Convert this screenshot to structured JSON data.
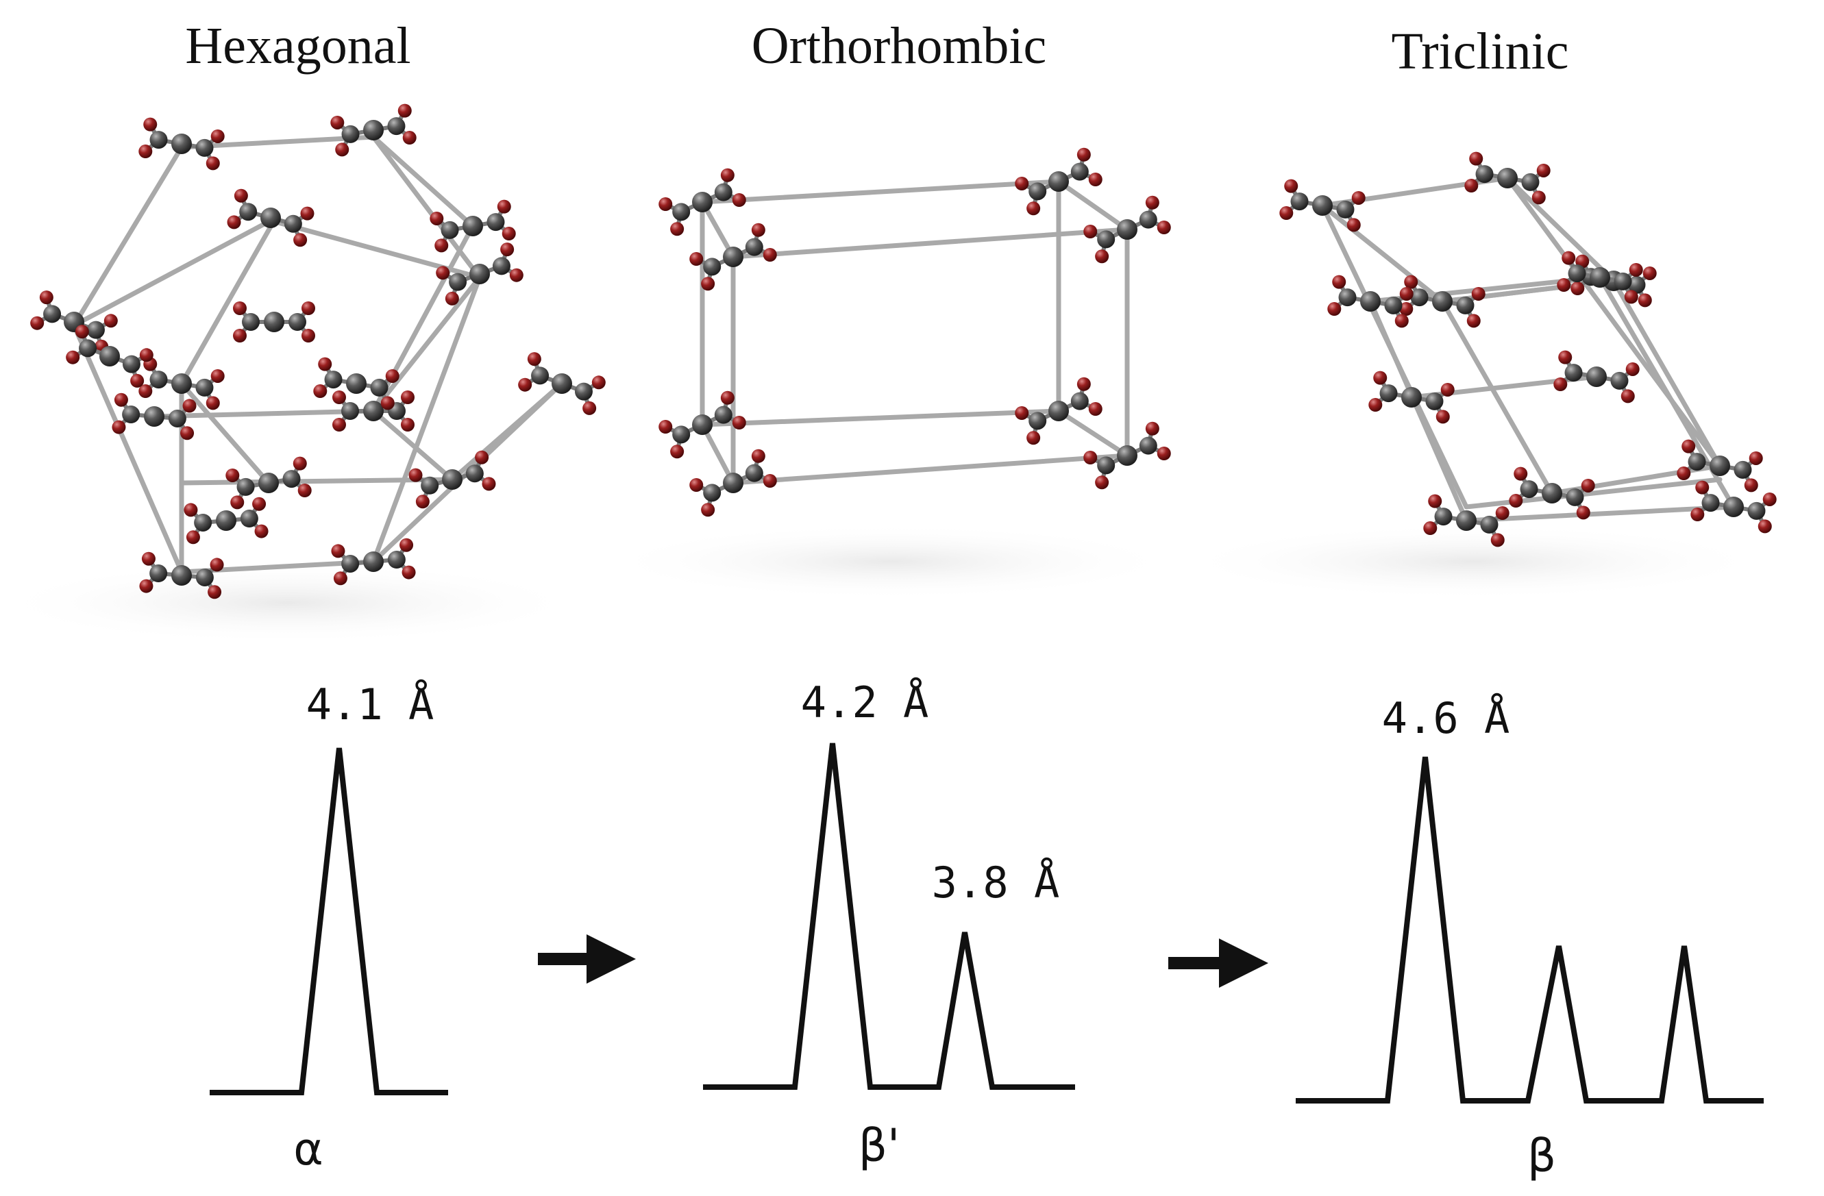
{
  "structures": [
    {
      "id": "hexagonal",
      "title": "Hexagonal"
    },
    {
      "id": "orthorhombic",
      "title": "Orthorhombic"
    },
    {
      "id": "triclinic",
      "title": "Triclinic"
    }
  ],
  "patterns": [
    {
      "phase": "α",
      "peaks": [
        {
          "label": "4.1 Å",
          "height": 1.0
        }
      ]
    },
    {
      "phase": "β'",
      "peaks": [
        {
          "label": "4.2 Å",
          "height": 1.0
        },
        {
          "label": "3.8 Å",
          "height": 0.45
        }
      ]
    },
    {
      "phase": "β",
      "peaks": [
        {
          "label": "4.6 Å",
          "height": 1.0
        },
        {
          "label": "",
          "height": 0.45
        },
        {
          "label": "",
          "height": 0.45
        }
      ]
    }
  ],
  "colors": {
    "carbon": "#4a4a4a",
    "oxygen": "#8b1a1a",
    "frame": "#a9a9a9",
    "trace": "#111111"
  },
  "icons": {
    "transition_arrow": "right-arrow-icon"
  }
}
